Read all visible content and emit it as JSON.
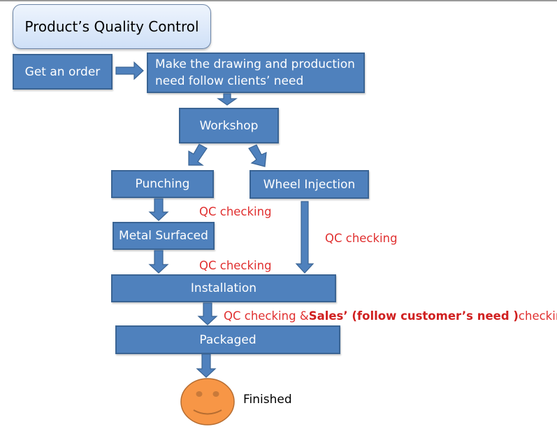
{
  "diagram": {
    "title": "Product’s Quality Control",
    "steps": {
      "get_order": "Get an order",
      "drawing_line1": "Make the drawing and production",
      "drawing_line2": "need follow clients’ need",
      "workshop": "Workshop",
      "punching": "Punching",
      "wheel_injection": "Wheel Injection",
      "metal_surfaced": "Metal Surfaced",
      "installation": "Installation",
      "packaged": "Packaged",
      "finished": "Finished"
    },
    "checks": {
      "qc_punching": "QC checking",
      "qc_wheel": "QC checking",
      "qc_metal": "QC checking",
      "qc_install_prefix": "QC checking &",
      "qc_install_bold": "Sales’ (follow customer’s need )",
      "qc_install_suffix": "checking"
    },
    "colors": {
      "box_fill": "#4f81bd",
      "box_border": "#3a6494",
      "check_text": "#e03030",
      "smiley_fill": "#f79646"
    }
  }
}
